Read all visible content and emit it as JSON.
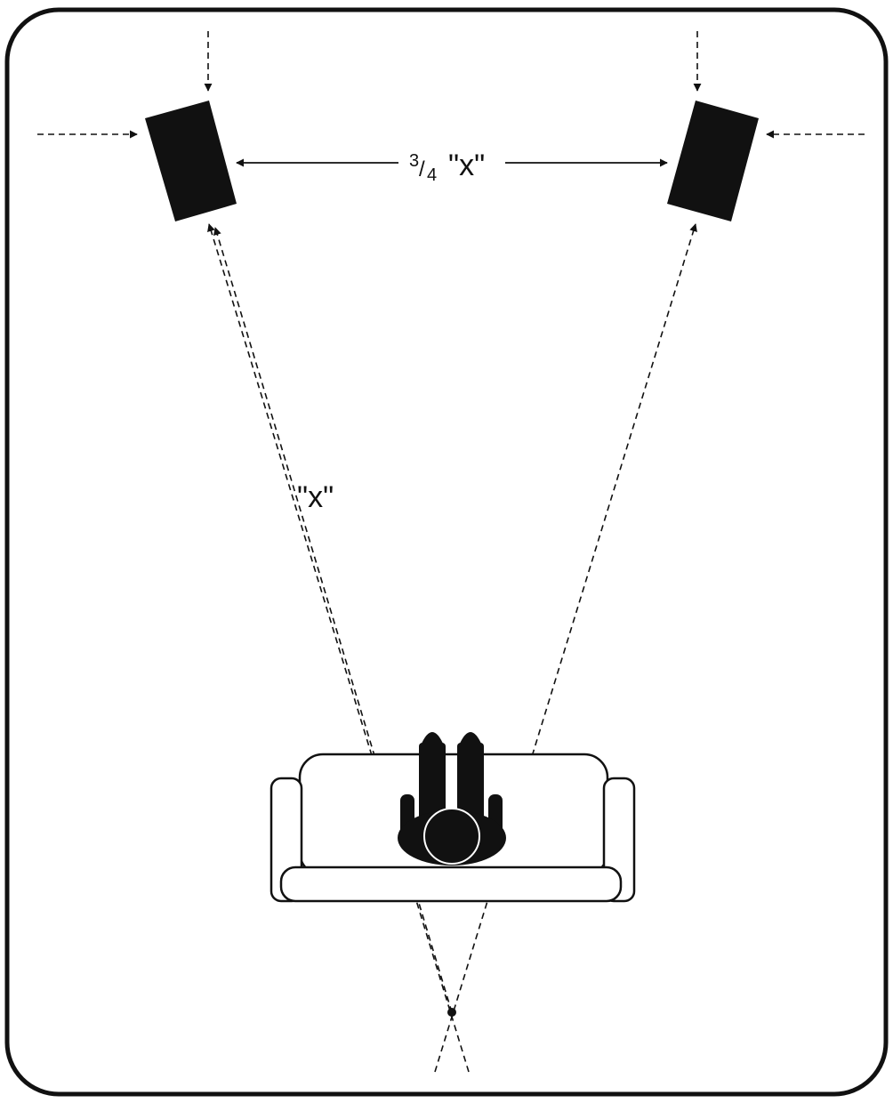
{
  "labels": {
    "spacing_fraction_num": "3",
    "spacing_fraction_den": "4",
    "spacing_x": "\"x\"",
    "distance_x": "\"x\""
  },
  "colors": {
    "ink": "#111111",
    "background": "#ffffff"
  },
  "icons": {
    "left_speaker": "speaker-icon",
    "right_speaker": "speaker-icon",
    "sofa": "sofa-icon",
    "listener": "listener-icon",
    "focal_point": "dot-icon"
  }
}
